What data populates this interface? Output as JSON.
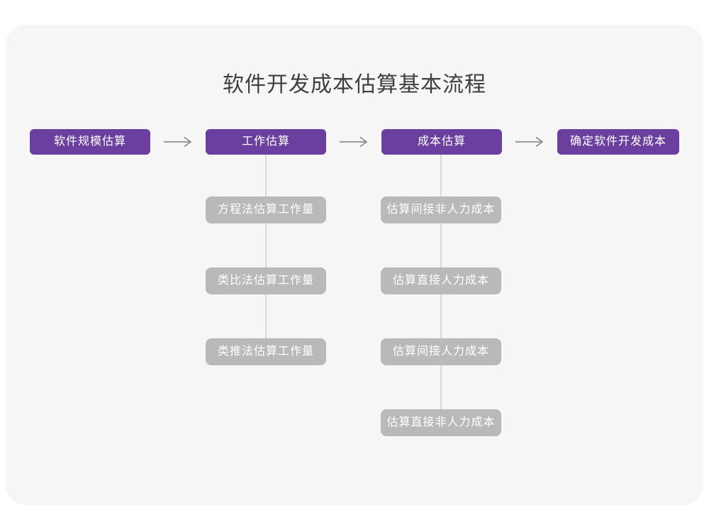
{
  "title": "软件开发成本估算基本流程",
  "colors": {
    "page_background": "#ffffff",
    "panel_background": "#f6f6f6",
    "main_node": "#6a3f9e",
    "sub_node": "#b9b9b9",
    "arrow": "#7f7f7f",
    "connector": "#d9d9d9",
    "title_text": "#3f3f3f"
  },
  "flow": {
    "main_steps": [
      {
        "label": "软件规模估算"
      },
      {
        "label": "工作估算"
      },
      {
        "label": "成本估算"
      },
      {
        "label": "确定软件开发成本"
      }
    ],
    "work_estimation_methods": [
      "方程法估算工作量",
      "类比法估算工作量",
      "类推法估算工作量"
    ],
    "cost_estimation_methods": [
      "估算间接非人力成本",
      "估算直接人力成本",
      "估算间接人力成本",
      "估算直接非人力成本"
    ]
  }
}
